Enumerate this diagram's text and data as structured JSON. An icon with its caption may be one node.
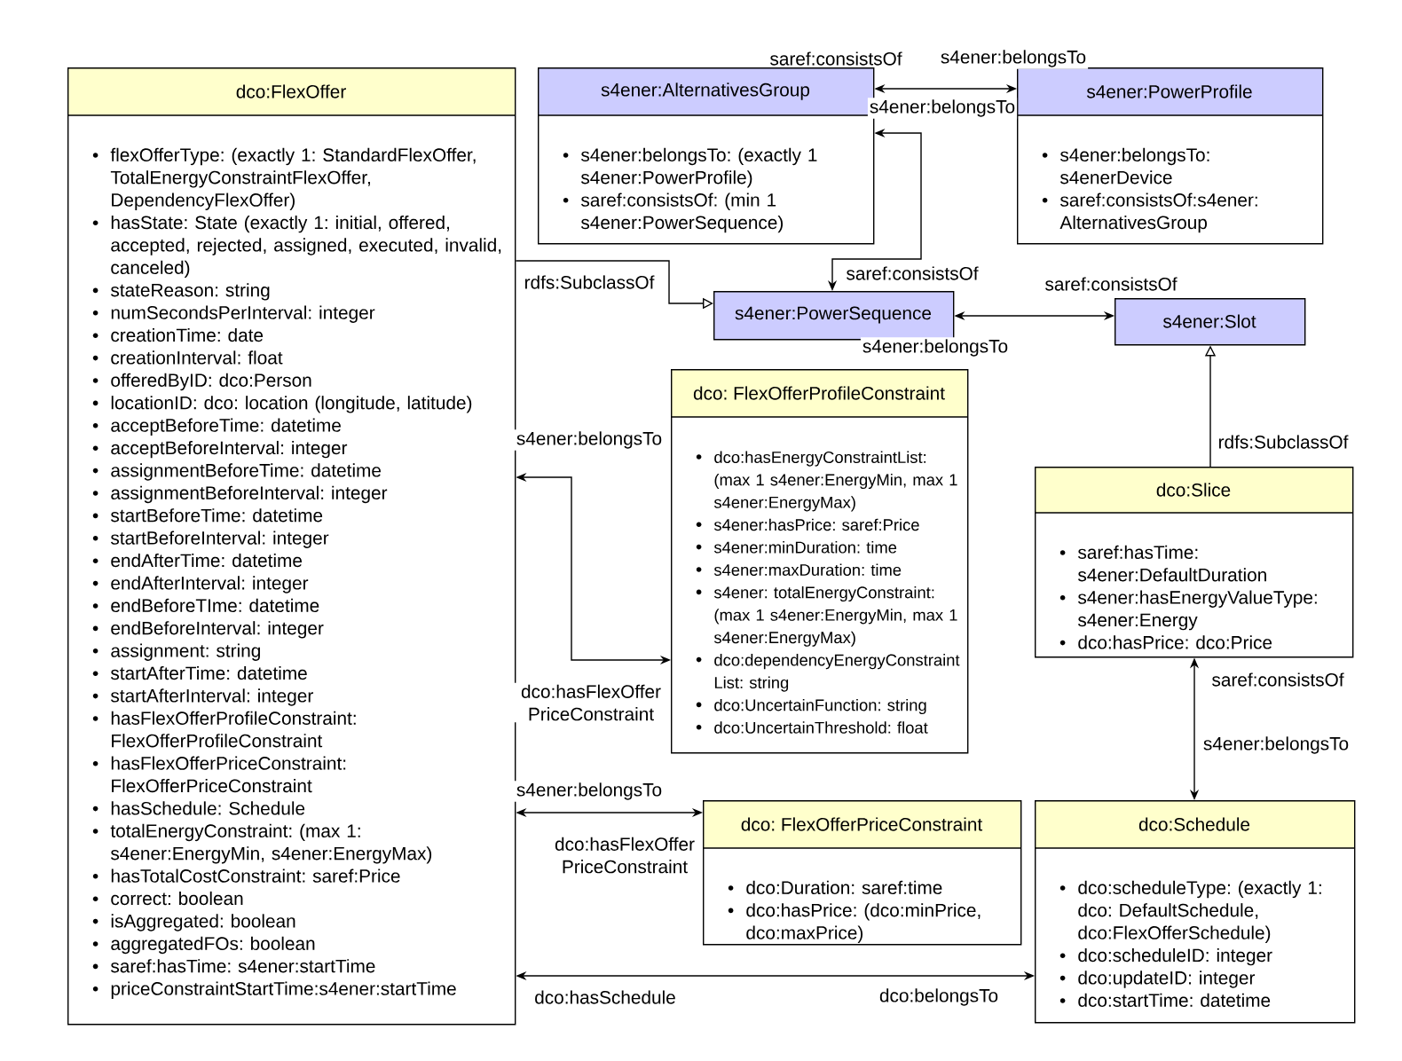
{
  "diagram": {
    "nodes": [
      {
        "text": [
          "dco:FlexOffer",
          "flexOfferType: (exactly 1: StandardFlexOffer, TotalEnergyConstraintFlexOffer, DependencyFlexOffer)",
          "hasState: State (exactly 1: initial, offered, accepted, rejected, assigned, executed, invalid, canceled)",
          "stateReason: string",
          "numSecondsPerInterval: integer",
          "creationTime: date",
          "creationInterval: float",
          "offeredByID: dco:Person",
          "locationID: dco: location (longitude, latitude)",
          "acceptBeforeTime: datetime",
          "acceptBeforeInterval: integer",
          "assignmentBeforeTime: datetime",
          "assignmentBeforeInterval: integer",
          "startBeforeTime: datetime",
          "startBeforeInterval: integer",
          "endAfterTime: datetime",
          "endAfterInterval: integer",
          "endBeforeTIme: datetime",
          "endBeforeInterval: integer",
          "assignment: string",
          "startAfterTime: datetime",
          "startAfterInterval: integer",
          "hasFlexOfferProfileConstraint: FlexOfferProfileConstraint",
          "hasFlexOfferPriceConstraint: FlexOfferPriceConstraint",
          "hasSchedule: Schedule",
          "totalEnergyConstraint: (max 1: s4ener:EnergyMin, s4ener:EnergyMax)",
          "hasTotalCostConstraint: saref:Price",
          "correct: boolean",
          "isAggregated: boolean",
          "aggregatedFOs: boolean",
          "saref:hasTime: s4ener:startTime",
          "priceConstraintStartTime:s4ener:startTime"
        ]
      },
      {
        "text": [
          "s4ener:AlternativesGroup",
          "s4ener:belongsTo: (exactly 1 s4ener:PowerProfile)",
          "saref:consistsOf: (min 1 s4ener:PowerSequence)"
        ]
      },
      {
        "text": [
          "s4ener:PowerProfile",
          "s4ener:belongsTo: s4enerDevice",
          "saref:consistsOf:s4ener: AlternativesGroup"
        ]
      },
      {
        "text": [
          "s4ener:PowerSequence"
        ]
      },
      {
        "text": [
          "s4ener:Slot"
        ]
      },
      {
        "text": [
          "dco: FlexOfferProfileConstraint",
          "dco:hasEnergyConstraintList: (max 1 s4ener:EnergyMin, max 1 s4ener:EnergyMax)",
          "s4ener:hasPrice: saref:Price",
          "s4ener:minDuration: time",
          "s4ener:maxDuration: time",
          "s4ener: totalEnergyConstraint: (max 1 s4ener:EnergyMin, max 1 s4ener:EnergyMax)",
          "dco:dependencyEnergyConstraint List: string",
          "dco:UncertainFunction: string",
          "dco:UncertainThreshold: float"
        ]
      },
      {
        "text": [
          "dco:Slice",
          "saref:hasTime: s4ener:DefaultDuration",
          "s4ener:hasEnergyValueType: s4ener:Energy",
          "dco:hasPrice: dco:Price"
        ]
      },
      {
        "text": [
          "dco: FlexOfferPriceConstraint",
          "dco:Duration: saref:time",
          "dco:hasPrice: (dco:minPrice, dco:maxPrice)"
        ]
      },
      {
        "text": [
          "dco:Schedule",
          "dco:scheduleType: (exactly 1: dco: DefaultSchedule, dco:FlexOfferSchedule)",
          "dco:scheduleID: integer",
          "dco:updateID: integer",
          "dco:startTime: datetime"
        ]
      }
    ],
    "edges": [
      {
        "from": 1,
        "to": 2,
        "arrow": "both",
        "label": "saref:consistsOf"
      },
      {
        "from": 1,
        "to": 3,
        "arrow": "both",
        "label": "saref:consistsOf"
      },
      {
        "from": 0,
        "to": 3,
        "arrow": "to",
        "label": "rdfs:SubclassOf"
      },
      {
        "from": 3,
        "to": 4,
        "arrow": "both",
        "label": "saref:consistsOf"
      },
      {
        "from": 6,
        "to": 4,
        "arrow": "to",
        "label": "rdfs:SubclassOf"
      },
      {
        "from": 0,
        "to": 5,
        "arrow": "both",
        "label": "s4ener:belongsTo"
      },
      {
        "from": 0,
        "to": 7,
        "arrow": "both",
        "label": "s4ener:belongsTo"
      },
      {
        "from": 6,
        "to": 8,
        "arrow": "both",
        "label": "saref:consistsOf"
      },
      {
        "from": 0,
        "to": 8,
        "arrow": "both",
        "label": "dco:hasSchedule"
      }
    ],
    "labels": [
      "s4ener:belongsTo",
      "s4ener:belongsTo",
      "s4ener:belongsTo",
      "dco:hasFlexOffer PriceConstraint",
      "s4ener:belongsTo",
      "dco:hasFlexOffer PriceConstraint",
      "dco:belongsTo"
    ]
  }
}
